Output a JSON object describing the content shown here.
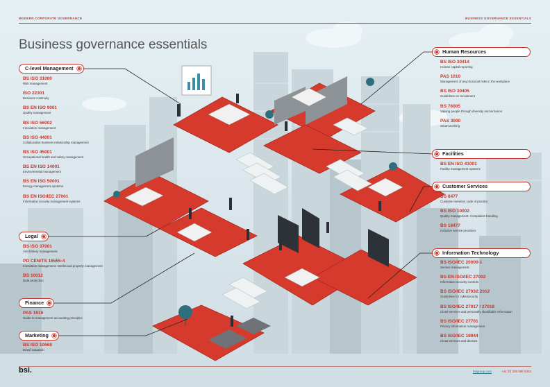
{
  "header": {
    "left_label": "MODERN CORPORATE GOVERNANCE",
    "right_label": "BUSINESS GOVERNANCE ESSENTIALS",
    "title": "Business governance essentials"
  },
  "sections_left": [
    {
      "name": "C-level Management",
      "standards": [
        {
          "code": "BS ISO 31000",
          "desc": "Risk management"
        },
        {
          "code": "ISO 22301",
          "desc": "Business continuity"
        },
        {
          "code": "BS EN ISO 9001",
          "desc": "Quality management"
        },
        {
          "code": "BS ISO 56002",
          "desc": "Innovation management"
        },
        {
          "code": "BS ISO 44001",
          "desc": "Collaborative business relationship management"
        },
        {
          "code": "BS ISO 45001",
          "desc": "Occupational health and safety management"
        },
        {
          "code": "BS EN ISO 14001",
          "desc": "Environmental management"
        },
        {
          "code": "BS EN ISO 50001",
          "desc": "Energy management systems"
        },
        {
          "code": "BS EN ISO/IEC 27001",
          "desc": "Information security management systems"
        }
      ]
    },
    {
      "name": "Legal",
      "standards": [
        {
          "code": "BS ISO 37001",
          "desc": "Anti-bribery management."
        },
        {
          "code": "PD CEN/TS 16555-4",
          "desc": "Innovation management. Intellectual property management"
        },
        {
          "code": "BS 10012",
          "desc": "Data protection"
        }
      ]
    },
    {
      "name": "Finance",
      "standards": [
        {
          "code": "PAS 1919",
          "desc": "Guide to management accounting principles"
        }
      ]
    },
    {
      "name": "Marketing",
      "standards": [
        {
          "code": "BS ISO 10668",
          "desc": "Brand valuation"
        }
      ]
    }
  ],
  "sections_right": [
    {
      "name": "Human Resources",
      "standards": [
        {
          "code": "BS ISO 30414",
          "desc": "Human capital reporting"
        },
        {
          "code": "PAS 1010",
          "desc": "Management of psychosocial risks in the workplace"
        },
        {
          "code": "BS ISO 30405",
          "desc": "Guidelines on recruitment"
        },
        {
          "code": "BS 76005",
          "desc": "Valuing people through diversity and inclusion"
        },
        {
          "code": "PAS 3000",
          "desc": "Smart working"
        }
      ]
    },
    {
      "name": "Facilities",
      "standards": [
        {
          "code": "BS EN ISO 41001",
          "desc": "Facility management systems"
        }
      ]
    },
    {
      "name": "Customer Services",
      "standards": [
        {
          "code": "BS 8477",
          "desc": "Customer services code of practice"
        },
        {
          "code": "BS ISO 10002",
          "desc": "Quality management. Complaints handling"
        },
        {
          "code": "BS 18477",
          "desc": "Inclusive service provision"
        }
      ]
    },
    {
      "name": "Information Technology",
      "standards": [
        {
          "code": "BS ISO/IEC 20000-1",
          "desc": "Service management"
        },
        {
          "code": "BS EN ISO/IEC 27002",
          "desc": "Information security controls"
        },
        {
          "code": "BS ISO/IEC 27032:2012",
          "desc": "Guidelines for cybersecurity"
        },
        {
          "code": "BS ISO/IEC 27017 / 27018",
          "desc": "Cloud services and personally identifiable information"
        },
        {
          "code": "BS ISO/IEC 27701",
          "desc": "Privacy information management"
        },
        {
          "code": "BS ISO/IEC 19944",
          "desc": "Cloud services and devices"
        }
      ]
    }
  ],
  "footer": {
    "logo": "bsi.",
    "link": "bsigroup.com",
    "phone": "+44 (0) 208 996 6353"
  },
  "colors": {
    "accent": "#c8352a",
    "floor": "#d63a2c",
    "sky": "#dbe8ee"
  }
}
